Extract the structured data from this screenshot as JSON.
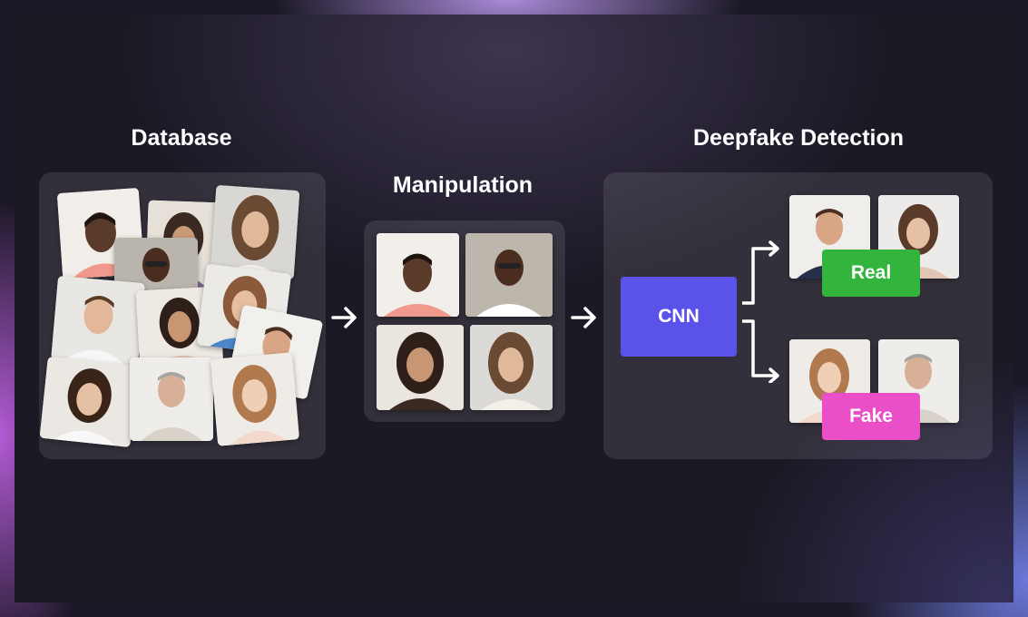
{
  "headings": {
    "database": "Database",
    "manipulation": "Manipulation",
    "detection": "Deepfake Detection"
  },
  "model": {
    "label": "CNN",
    "color": "#5b52ea"
  },
  "outputs": {
    "real": {
      "label": "Real",
      "color": "#33b53d"
    },
    "fake": {
      "label": "Fake",
      "color": "#ea4fc8"
    }
  },
  "icons": [
    "arrow-right-icon",
    "branch-arrow-icon",
    "portrait-photo"
  ]
}
